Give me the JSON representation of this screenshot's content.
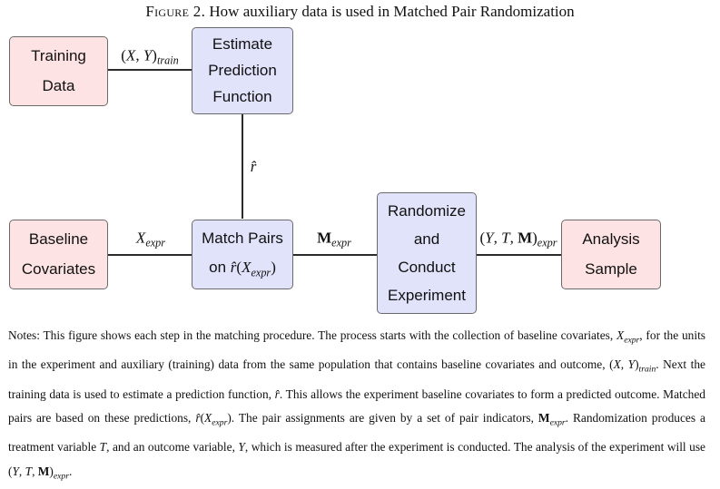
{
  "figure": {
    "label": "Figure 2.",
    "title": "How auxiliary data is used in Matched Pair Randomization"
  },
  "nodes": {
    "training_data": {
      "lines": [
        "Training",
        "Data"
      ]
    },
    "estimate_prediction": {
      "lines": [
        "Estimate",
        "Prediction",
        "Function"
      ]
    },
    "baseline_covariates": {
      "lines": [
        "Baseline",
        "Covariates"
      ]
    },
    "match_pairs": {
      "lines": [
        "Match Pairs",
        "on r̂(Xexpr)"
      ]
    },
    "randomize": {
      "lines": [
        "Randomize",
        "and",
        "Conduct",
        "Experiment"
      ]
    },
    "analysis_sample": {
      "lines": [
        "Analysis",
        "Sample"
      ]
    }
  },
  "edges": {
    "train_to_estimate": "(X, Y)train",
    "estimate_to_match": "r̂",
    "baseline_to_match": "Xexpr",
    "match_to_randomize": "Mexpr",
    "randomize_to_analysis": "(Y, T, M)expr"
  },
  "notes": "Notes: This figure shows each step in the matching procedure. The process starts with the collection of baseline covariates, Xexpr, for the units in the experiment and auxiliary (training) data from the same population that contains baseline covariates and outcome, (X, Y)train. Next the training data is used to estimate a prediction function, r̂. This allows the experiment baseline covariates to form a predicted outcome. Matched pairs are based on these predictions, r̂(Xexpr). The pair assignments are given by a set of pair indicators, Mexpr. Randomization produces a treatment variable T, and an outcome variable, Y, which is measured after the experiment is conducted. The analysis of the experiment will use (Y, T, M)expr."
}
